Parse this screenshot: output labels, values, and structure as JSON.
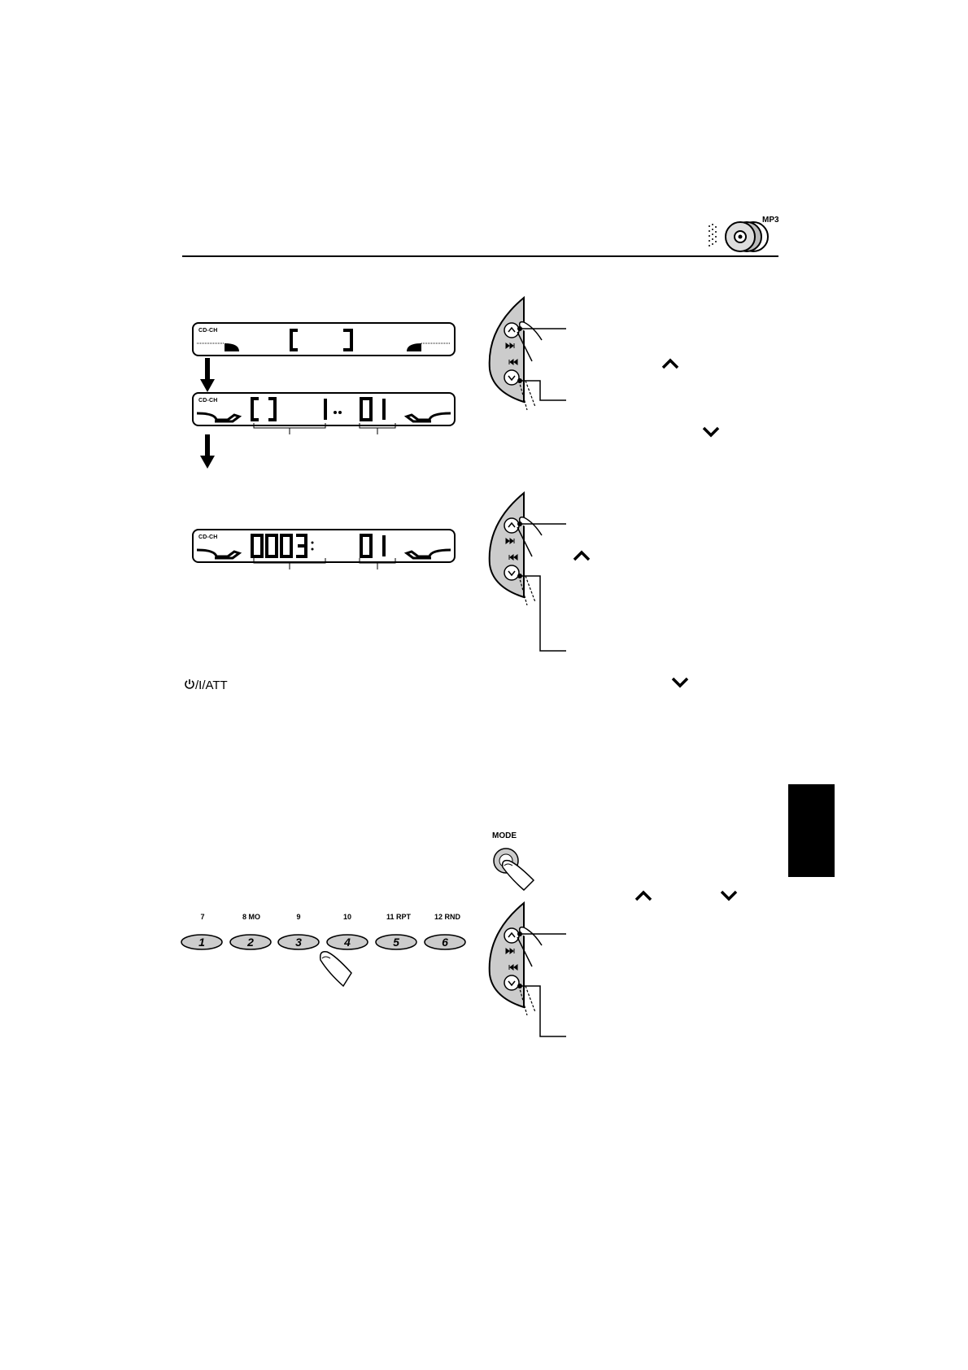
{
  "header": {
    "mp3_label": "MP3"
  },
  "lcd_displays": [
    {
      "tag": "CD-CH",
      "segments": "C D"
    },
    {
      "tag": "CD-CH",
      "disc": "CD 1",
      "track": "01"
    },
    {
      "tag": "CD-CH",
      "time": "0003",
      "track": "01"
    }
  ],
  "preset_buttons": [
    {
      "upper": "7",
      "number": "1"
    },
    {
      "upper": "8  MO",
      "number": "2"
    },
    {
      "upper": "9",
      "number": "3"
    },
    {
      "upper": "10",
      "number": "4"
    },
    {
      "upper": "11  RPT",
      "number": "5"
    },
    {
      "upper": "12  RND",
      "number": "6"
    }
  ],
  "mode_button": {
    "label": "MODE"
  },
  "power_button": {
    "label": "/I/ATT"
  },
  "icons": [
    "arrow-down-icon",
    "up-chevron-icon",
    "down-chevron-icon",
    "finger-press-icon",
    "cd-changer-icon"
  ]
}
